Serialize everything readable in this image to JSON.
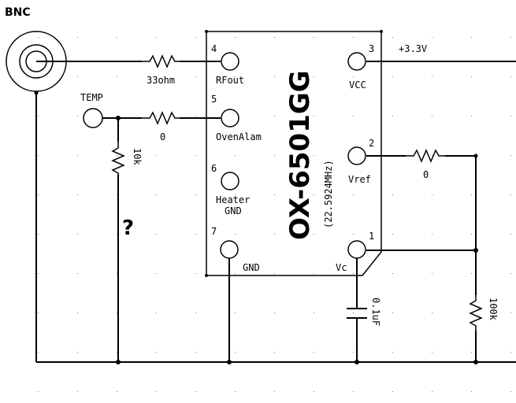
{
  "connector": {
    "name": "BNC"
  },
  "chip": {
    "part": "OX-6501GG",
    "freq": "(22.5924MHz)",
    "pins": [
      {
        "num": "4",
        "name": "RFout"
      },
      {
        "num": "5",
        "name": "OvenAlam"
      },
      {
        "num": "6",
        "name": "Heater",
        "name2": "GND"
      },
      {
        "num": "7",
        "name": "GND"
      },
      {
        "num": "3",
        "name": "VCC"
      },
      {
        "num": "2",
        "name": "Vref"
      },
      {
        "num": "1",
        "name": "Vc"
      }
    ]
  },
  "labels": {
    "temp": "TEMP",
    "r_rf": "33ohm",
    "r_oven": "0",
    "r_temp": "10k",
    "question": "?",
    "vcc": "+3.3V",
    "r_vref": "0",
    "cap": "0.1uF",
    "r_100k": "100k"
  }
}
